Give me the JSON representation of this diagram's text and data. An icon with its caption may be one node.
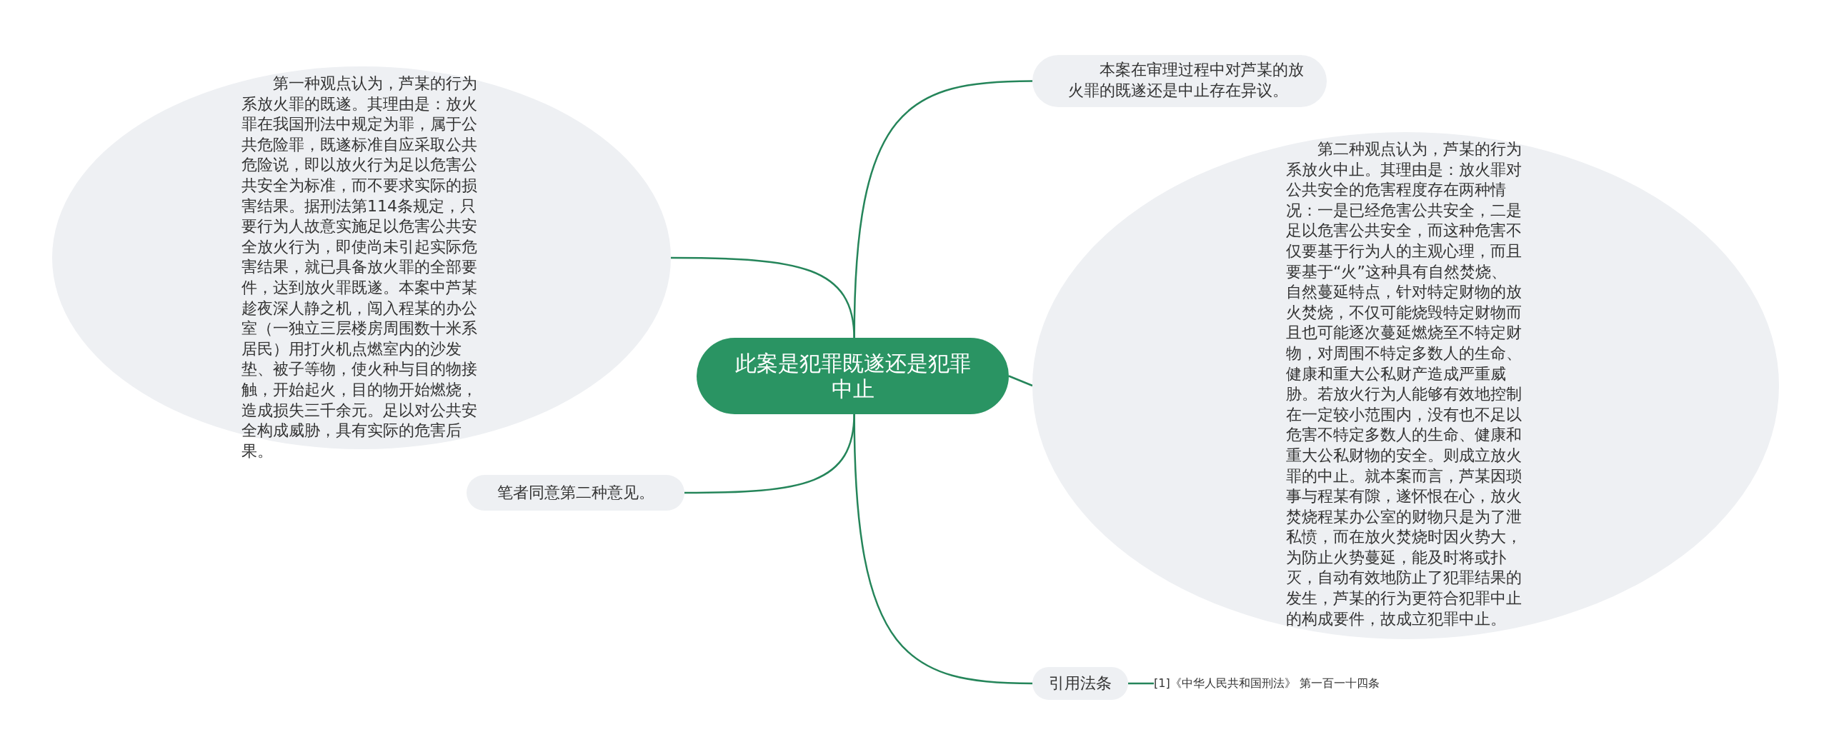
{
  "diagram": {
    "nodes": [
      {
        "text": [
          "此案是犯罪既遂还是犯罪中止"
        ]
      },
      {
        "text": [
          "第一种观点认为，芦某的行为系放火罪的既遂。其理由是：放火罪在我国刑法中规定为罪，属于公共危险罪，既遂标准自应采取公共危险说，即以放火行为足以危害公共安全为标准，而不要求实际的损害结果。据刑法第114条规定，只要行为人故意实施足以危害公共安全放火行为，即使尚未引起实际危害结果，就已具备放火罪的全部要件，达到放火罪既遂。本案中芦某趁夜深人静之机，闯入程某的办公室（一独立三层楼房周围数十米系居民）用打火机点燃室内的沙发垫、被子等物，使火种与目的物接触，开始起火，目的物开始燃烧，造成损失三千余元。足以对公共安全构成威胁，具有实际的危害后果。"
        ]
      },
      {
        "text": [
          "笔者同意第二种意见。"
        ]
      },
      {
        "text": [
          "本案在审理过程中对芦某的放火罪的既遂还是中止存在异议。"
        ]
      },
      {
        "text": [
          "第二种观点认为，芦某的行为系放火中止。其理由是：放火罪对公共安全的危害程度存在两种情况：一是已经危害公共安全，二是足以危害公共安全，而这种危害不仅要基于行为人的主观心理，而且要基于“火”这种具有自然焚烧、自然蔓延特点，针对特定财物的放火焚烧，不仅可能烧毁特定财物而且也可能逐次蔓延燃烧至不特定财物，对周围不特定多数人的生命、健康和重大公私财产造成严重威胁。若放火行为人能够有效地控制在一定较小范围内，没有也不足以危害不特定多数人的生命、健康和重大公私财物的安全。则成立放火罪的中止。就本案而言，芦某因琐事与程某有隙，遂怀恨在心，放火焚烧程某办公室的财物只是为了泄私愤，而在放火焚烧时因火势大，为防止火势蔓延，能及时将或扑灭，自动有效地防止了犯罪结果的发生，芦某的行为更符合犯罪中止的构成要件，故成立犯罪中止。"
        ]
      },
      {
        "text": [
          "引用法条"
        ]
      },
      {
        "text": [
          "[1]《中华人民共和国刑法》 第一百一十四条"
        ]
      }
    ],
    "edges": [
      {
        "from": 0,
        "to": 1,
        "arrow": "none"
      },
      {
        "from": 0,
        "to": 2,
        "arrow": "none"
      },
      {
        "from": 0,
        "to": 3,
        "arrow": "none"
      },
      {
        "from": 0,
        "to": 4,
        "arrow": "none"
      },
      {
        "from": 0,
        "to": 5,
        "arrow": "none"
      },
      {
        "from": 5,
        "to": 6,
        "arrow": "none"
      }
    ]
  }
}
